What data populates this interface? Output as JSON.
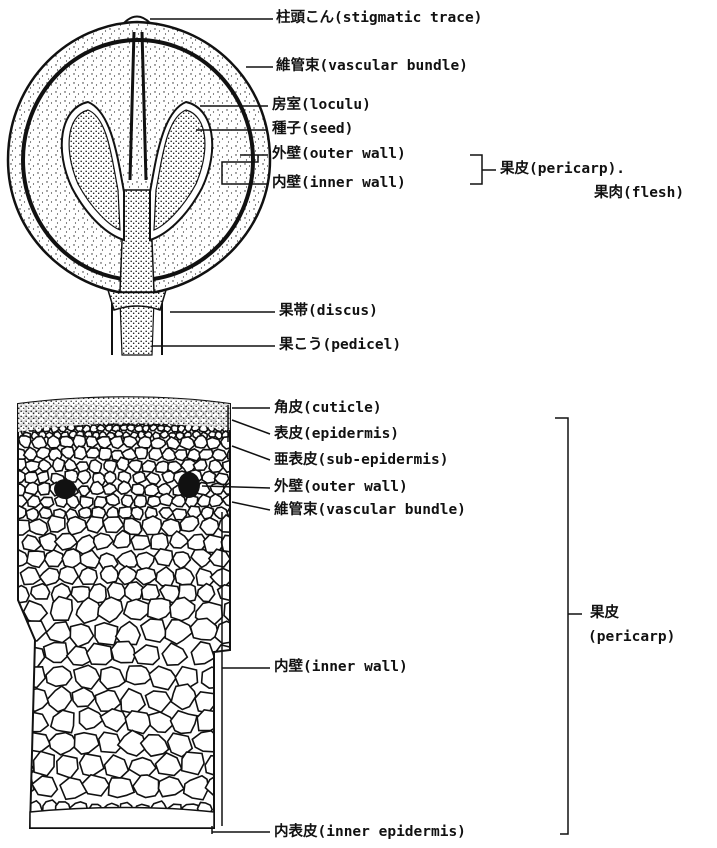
{
  "top_diagram": {
    "labels": {
      "stigmatic_trace": "柱頭こん(stigmatic trace)",
      "vascular_bundle": "維管束(vascular bundle)",
      "loculus": "房室(loculu)",
      "seed": "種子(seed)",
      "outer_wall": "外壁(outer wall)",
      "inner_wall": "内壁(inner wall)",
      "pericarp": "果皮(pericarp).",
      "flesh": "果肉(flesh)",
      "discus": "果帯(discus)",
      "pedicel": "果こう(pedicel)"
    }
  },
  "bottom_diagram": {
    "labels": {
      "cuticle": "角皮(cuticle)",
      "epidermis": "表皮(epidermis)",
      "sub_epidermis": "亜表皮(sub-epidermis)",
      "outer_wall": "外壁(outer wall)",
      "vascular_bundle": "維管束(vascular bundle)",
      "inner_wall": "内壁(inner wall)",
      "inner_epidermis": "内表皮(inner epidermis)",
      "pericarp_cjk": "果皮",
      "pericarp_en": "(pericarp)"
    }
  },
  "colors": {
    "ink": "#111111",
    "paper": "#ffffff"
  }
}
